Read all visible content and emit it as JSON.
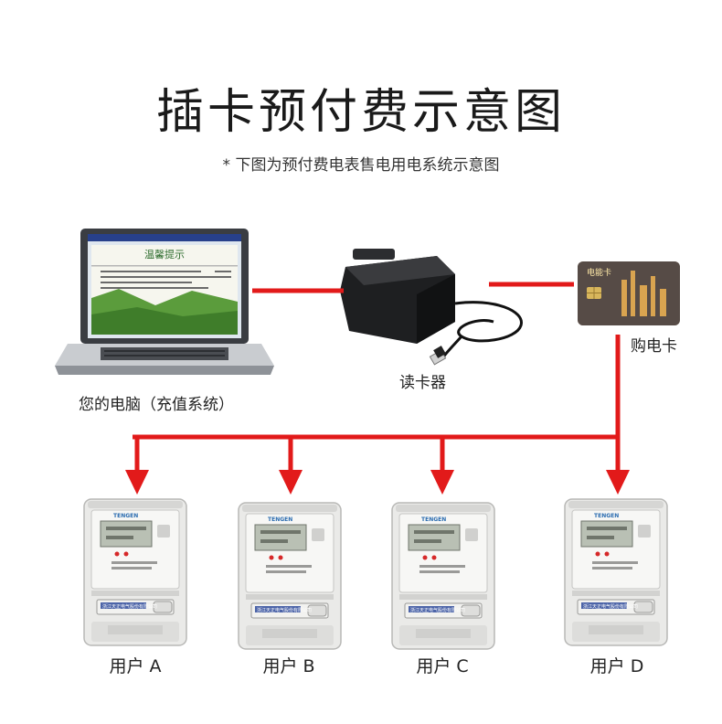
{
  "title": "插卡预付费示意图",
  "subtitle": "* 下图为预付费电表售电用电系统示意图",
  "nodes": {
    "computer": "您的电脑（充值系统）",
    "reader": "读卡器",
    "card": "购电卡"
  },
  "screen": {
    "heading": "温馨提示"
  },
  "card_face": {
    "label": "电能卡"
  },
  "meter": {
    "brand": "TENGEN",
    "company": "浙江天正电气股份有限公司"
  },
  "meters": [
    {
      "label": "用户 A"
    },
    {
      "label": "用户 B"
    },
    {
      "label": "用户 C"
    },
    {
      "label": "用户 D"
    }
  ],
  "colors": {
    "connector": "#e21a1a",
    "meter_body": "#e8e8e6",
    "lcd": "#b9c0b4"
  }
}
